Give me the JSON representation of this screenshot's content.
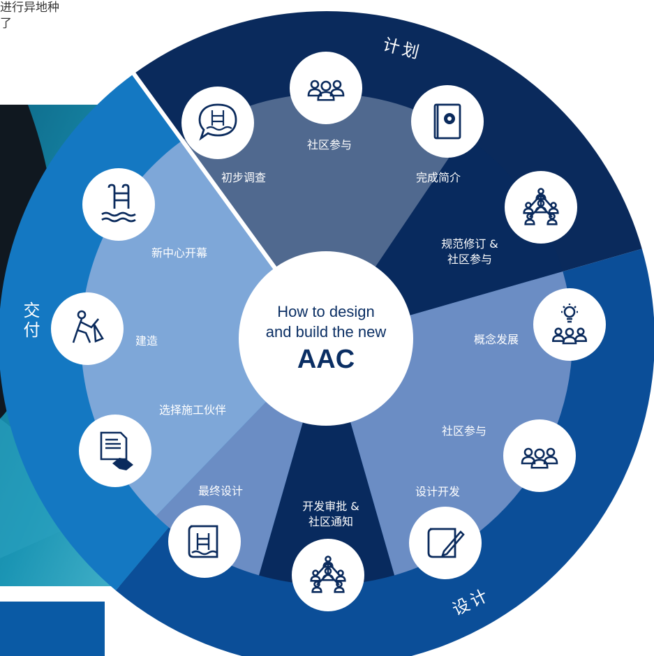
{
  "caption": {
    "line1": "进行异地种",
    "line2": "了"
  },
  "center": {
    "line1": "How to design",
    "line2": "and build the new",
    "title": "AAC"
  },
  "phases": {
    "plan": "计划",
    "design": "设计",
    "deliver": "交付"
  },
  "steps": {
    "initial_survey": "初步调查",
    "community_engagement_1": "社区参与",
    "complete_brief": "完成简介",
    "spec_revision": "规范修订 &\n社区参与",
    "concept_development": "概念发展",
    "community_engagement_2": "社区参与",
    "design_development": "设计开发",
    "development_approval": "开发审批 &\n社区通知",
    "final_design": "最终设计",
    "select_contractor": "选择施工伙伴",
    "construction": "建造",
    "grand_opening": "新中心开幕"
  },
  "icons": [
    "pool-speech-bubble-icon",
    "community-group-icon",
    "gear-book-icon",
    "network-people-icon",
    "idea-group-icon",
    "community-group-icon",
    "blueprint-pencil-icon",
    "network-people-icon",
    "pool-blueprint-icon",
    "contract-handshake-icon",
    "construction-worker-icon",
    "pool-ladder-icon"
  ],
  "colors": {
    "plan_ring": "#0a2a5c",
    "design_ring": "#0b4e98",
    "deliver_ring": "#1478c2",
    "plan_sector": "#50698f",
    "design_sector": "#6b8dc4",
    "approval_sector": "#082a5e",
    "deliver_sector": "#7ea7d8",
    "center_text": "#0a2e63",
    "photo_water": "#1b8fb0",
    "bottom_block": "#0a5aa5"
  }
}
